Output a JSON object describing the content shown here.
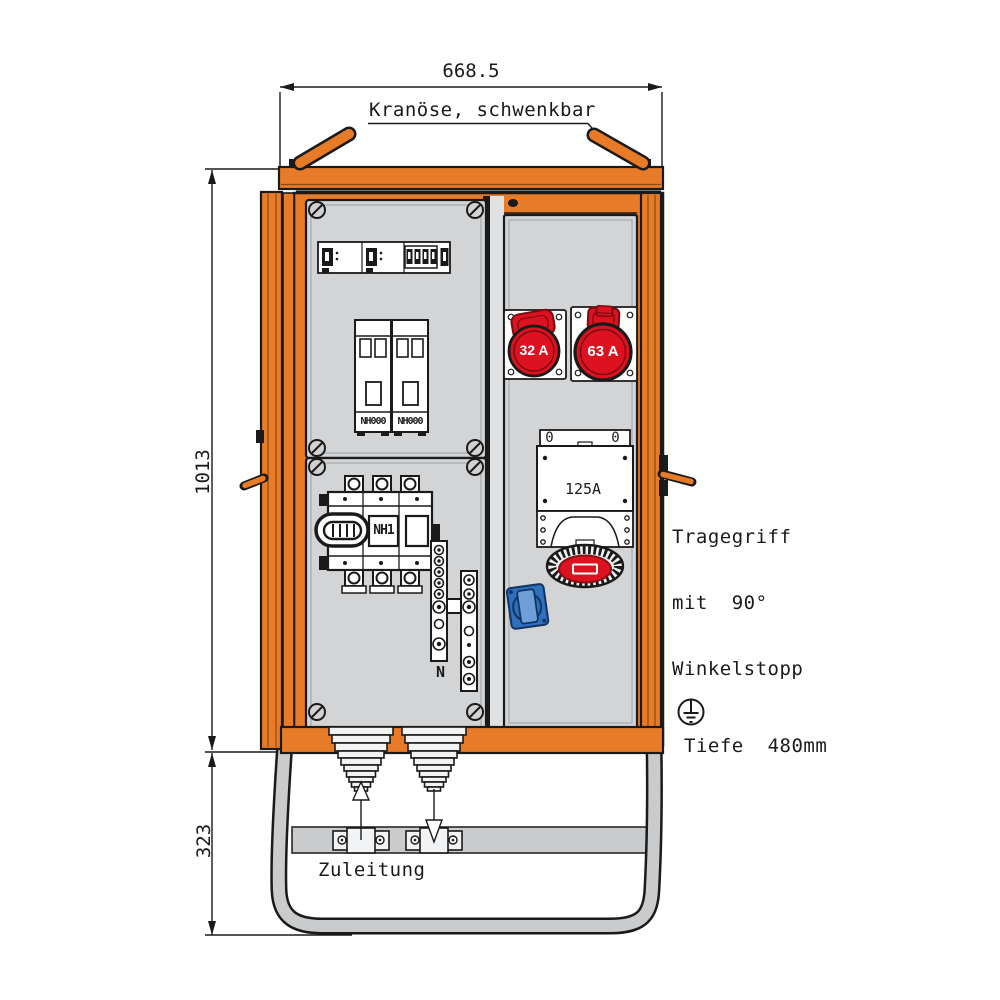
{
  "dimensions": {
    "width": "668.5",
    "height": "1013",
    "stand_height": "323",
    "depth": "Tiefe  480mm"
  },
  "annotations": {
    "crane_eye": "Kranöse, schwenkbar",
    "carry_handle_line1": "Tragegriff",
    "carry_handle_line2": "mit  90°",
    "carry_handle_line3": "Winkelstopp",
    "supply_cable": "Zuleitung"
  },
  "devices": {
    "socket_32a": "32 A",
    "socket_63a": "63 A",
    "switch_socket_125a": "125A",
    "switch_pos_left": "0",
    "switch_pos_right": "0",
    "fuse_strip_1": "NH000",
    "fuse_strip_2": "NH000",
    "fuse_switch_nh1": "NH1",
    "neutral_bar": "N"
  },
  "colors": {
    "cabinet_orange": "#E87B28",
    "socket_red": "#DD1220",
    "socket_blue": "#2E6FC0",
    "panel_gray": "#D2D4D6",
    "tube_gray": "#C9CBCD",
    "line": "#1A1A1A"
  }
}
